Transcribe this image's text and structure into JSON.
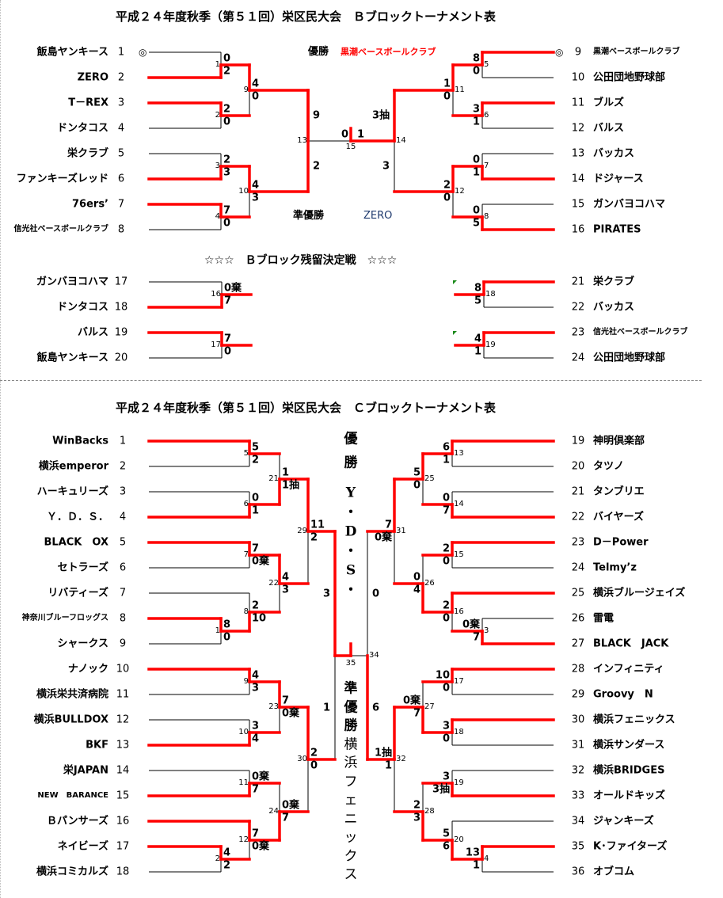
{
  "block_b": {
    "title": "平成２４年度秋季（第５１回）栄区民大会　Ｂブロックトーナメント表",
    "champion_label": "優勝",
    "champion": "黒潮ベースボールクラブ",
    "runner_up_label": "準優勝",
    "runner_up": "ZERO",
    "seed_mark": "◎",
    "colors": {
      "winner_line": "#ff0000",
      "champion_text": "#ff0000",
      "runner_up_text": "#1f3a6e"
    },
    "teams": [
      {
        "no": "1",
        "name": "飯島ヤンキース"
      },
      {
        "no": "2",
        "name": "ZERO"
      },
      {
        "no": "3",
        "name": "T－REX"
      },
      {
        "no": "4",
        "name": "ドンタコス"
      },
      {
        "no": "5",
        "name": "栄クラブ"
      },
      {
        "no": "6",
        "name": "ファンキーズレッド"
      },
      {
        "no": "7",
        "name": "76ers’"
      },
      {
        "no": "8",
        "name": "信光社ベースボールクラブ"
      },
      {
        "no": "9",
        "name": "黒潮ベースボールクラブ"
      },
      {
        "no": "10",
        "name": "公田団地野球部"
      },
      {
        "no": "11",
        "name": "ブルズ"
      },
      {
        "no": "12",
        "name": "バルス"
      },
      {
        "no": "13",
        "name": "バッカス"
      },
      {
        "no": "14",
        "name": "ドジャース"
      },
      {
        "no": "15",
        "name": "ガンバヨコハマ"
      },
      {
        "no": "16",
        "name": "PIRATES"
      }
    ],
    "matches": {
      "1": {
        "top": "0",
        "bottom": "2",
        "winner": "bottom"
      },
      "2": {
        "top": "2",
        "bottom": "0",
        "winner": "top"
      },
      "3": {
        "top": "2",
        "bottom": "3",
        "winner": "bottom"
      },
      "4": {
        "top": "7",
        "bottom": "0",
        "winner": "top"
      },
      "5": {
        "top": "8",
        "bottom": "0",
        "winner": "top"
      },
      "6": {
        "top": "3",
        "bottom": "1",
        "winner": "top"
      },
      "7": {
        "top": "0",
        "bottom": "1",
        "winner": "bottom"
      },
      "8": {
        "top": "0",
        "bottom": "5",
        "winner": "bottom"
      },
      "9": {
        "top": "4",
        "bottom": "0",
        "winner": "top"
      },
      "10": {
        "top": "4",
        "bottom": "3",
        "winner": "top"
      },
      "11": {
        "top": "1",
        "bottom": "0",
        "winner": "top"
      },
      "12": {
        "top": "2",
        "bottom": "0",
        "winner": "top"
      },
      "13": {
        "top": "9",
        "bottom": "2",
        "winner": "top"
      },
      "14": {
        "top": "3抽",
        "bottom": "3",
        "winner": "top"
      },
      "15": {
        "left": "0",
        "right": "1",
        "winner": "right"
      }
    }
  },
  "playoff": {
    "title": "☆☆☆　Ｂブロック残留決定戦　☆☆☆",
    "teams": [
      {
        "no": "17",
        "name": "ガンバヨコハマ"
      },
      {
        "no": "18",
        "name": "ドンタコス"
      },
      {
        "no": "19",
        "name": "バルス"
      },
      {
        "no": "20",
        "name": "飯島ヤンキース"
      },
      {
        "no": "21",
        "name": "栄クラブ"
      },
      {
        "no": "22",
        "name": "バッカス"
      },
      {
        "no": "23",
        "name": "信光社ベースボールクラブ"
      },
      {
        "no": "24",
        "name": "公田団地野球部"
      }
    ],
    "matches": {
      "16": {
        "top": "0棄",
        "bottom": "7",
        "winner": "bottom"
      },
      "17": {
        "top": "7",
        "bottom": "0",
        "winner": "top"
      },
      "18": {
        "top": "8",
        "bottom": "5",
        "winner": "top"
      },
      "19": {
        "top": "4",
        "bottom": "1",
        "winner": "top"
      }
    }
  },
  "block_c": {
    "title": "平成２４年度秋季（第５１回）栄区民大会　Ｃブロックトーナメント表",
    "champion_label": "優勝",
    "champion": "Y.D.S.",
    "runner_up_label": "準優勝",
    "runner_up": "横浜フェニックス",
    "teams": [
      {
        "no": "1",
        "name": "WinBacks"
      },
      {
        "no": "2",
        "name": "横浜emperor"
      },
      {
        "no": "3",
        "name": "ハーキュリーズ"
      },
      {
        "no": "4",
        "name": "Ｙ．Ｄ．Ｓ．"
      },
      {
        "no": "5",
        "name": "BLACK　OX"
      },
      {
        "no": "6",
        "name": "セトラーズ"
      },
      {
        "no": "7",
        "name": "リバティーズ"
      },
      {
        "no": "8",
        "name": "神奈川ブルーフロッグス"
      },
      {
        "no": "9",
        "name": "シャークス"
      },
      {
        "no": "10",
        "name": "ナノック"
      },
      {
        "no": "11",
        "name": "横浜栄共済病院"
      },
      {
        "no": "12",
        "name": "横浜BULLDOX"
      },
      {
        "no": "13",
        "name": "BKF"
      },
      {
        "no": "14",
        "name": "栄JAPAN"
      },
      {
        "no": "15",
        "name": "NEW　BARANCE"
      },
      {
        "no": "16",
        "name": "Ｂパンサーズ"
      },
      {
        "no": "17",
        "name": "ネイビーズ"
      },
      {
        "no": "18",
        "name": "横浜コミカルズ"
      },
      {
        "no": "19",
        "name": "神明倶楽部"
      },
      {
        "no": "20",
        "name": "タツノ"
      },
      {
        "no": "21",
        "name": "タンブリエ"
      },
      {
        "no": "22",
        "name": "バイヤーズ"
      },
      {
        "no": "23",
        "name": "D－Power"
      },
      {
        "no": "24",
        "name": "Telmy’z"
      },
      {
        "no": "25",
        "name": "横浜ブルージェイズ"
      },
      {
        "no": "26",
        "name": "雷電"
      },
      {
        "no": "27",
        "name": "BLACK　JACK"
      },
      {
        "no": "28",
        "name": "インフィニティ"
      },
      {
        "no": "29",
        "name": "Groovy　N"
      },
      {
        "no": "30",
        "name": "横浜フェニックス"
      },
      {
        "no": "31",
        "name": "横浜サンダース"
      },
      {
        "no": "32",
        "name": "横浜BRIDGES"
      },
      {
        "no": "33",
        "name": "オールドキッズ"
      },
      {
        "no": "34",
        "name": "ジャンキーズ"
      },
      {
        "no": "35",
        "name": "K･ファイターズ"
      },
      {
        "no": "36",
        "name": "オブコム"
      }
    ],
    "matches": {
      "1": {
        "top": "8",
        "bottom": "0",
        "winner": "top"
      },
      "2": {
        "top": "4",
        "bottom": "2",
        "winner": "top"
      },
      "3": {
        "top": "0棄",
        "bottom": "7",
        "winner": "bottom"
      },
      "4": {
        "top": "13",
        "bottom": "1",
        "winner": "top"
      },
      "5": {
        "top": "5",
        "bottom": "2",
        "winner": "top"
      },
      "6": {
        "top": "0",
        "bottom": "1",
        "winner": "bottom"
      },
      "7": {
        "top": "7",
        "bottom": "0棄",
        "winner": "top"
      },
      "8": {
        "top": "2",
        "bottom": "10",
        "winner": "bottom"
      },
      "9": {
        "top": "4",
        "bottom": "3",
        "winner": "top"
      },
      "10": {
        "top": "3",
        "bottom": "4",
        "winner": "bottom"
      },
      "11": {
        "top": "0棄",
        "bottom": "7",
        "winner": "bottom"
      },
      "12": {
        "top": "7",
        "bottom": "0棄",
        "winner": "top"
      },
      "13": {
        "top": "6",
        "bottom": "1",
        "winner": "top"
      },
      "14": {
        "top": "0",
        "bottom": "7",
        "winner": "bottom"
      },
      "15": {
        "top": "2",
        "bottom": "0",
        "winner": "top"
      },
      "16": {
        "top": "2",
        "bottom": "0",
        "winner": "top"
      },
      "17": {
        "top": "10",
        "bottom": "0",
        "winner": "top"
      },
      "18": {
        "top": "3",
        "bottom": "0",
        "winner": "top"
      },
      "19": {
        "top": "3",
        "bottom": "3抽",
        "winner": "bottom"
      },
      "20": {
        "top": "5",
        "bottom": "6",
        "winner": "bottom"
      },
      "21": {
        "top": "1",
        "bottom": "1抽",
        "winner": "bottom"
      },
      "22": {
        "top": "4",
        "bottom": "3",
        "winner": "top"
      },
      "23": {
        "top": "7",
        "bottom": "0棄",
        "winner": "top"
      },
      "24": {
        "top": "0棄",
        "bottom": "7",
        "winner": "bottom"
      },
      "25": {
        "top": "5",
        "bottom": "0",
        "winner": "top"
      },
      "26": {
        "top": "0",
        "bottom": "4",
        "winner": "bottom"
      },
      "27": {
        "top": "0棄",
        "bottom": "7",
        "winner": "bottom"
      },
      "28": {
        "top": "2",
        "bottom": "3",
        "winner": "bottom"
      },
      "29": {
        "top": "11",
        "bottom": "2",
        "winner": "top"
      },
      "30": {
        "top": "2",
        "bottom": "0",
        "winner": "top"
      },
      "31": {
        "top": "7",
        "bottom": "0棄",
        "winner": "top"
      },
      "32": {
        "top": "1抽",
        "bottom": "1",
        "winner": "top"
      },
      "34": {
        "top": "0",
        "bottom": "6",
        "winner": "bottom"
      },
      "35": {
        "top": "3",
        "bottom": "1",
        "winner": "top"
      }
    },
    "final_labels": {
      "left": "35",
      "right": "34"
    }
  }
}
